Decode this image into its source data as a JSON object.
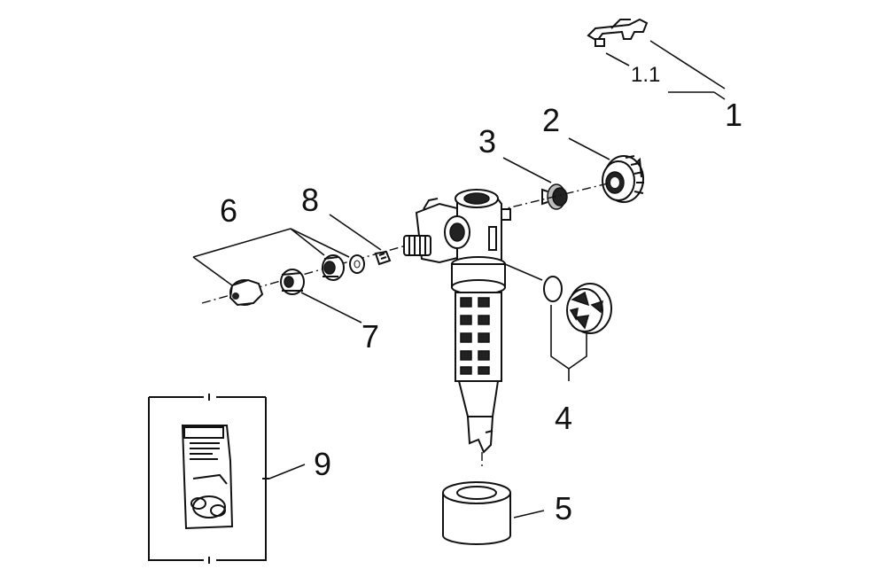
{
  "callouts": {
    "c1": "1",
    "c1_1": "1.1",
    "c2": "2",
    "c3": "3",
    "c4": "4",
    "c5": "5",
    "c6": "6",
    "c7": "7",
    "c8": "8",
    "c9": "9"
  }
}
